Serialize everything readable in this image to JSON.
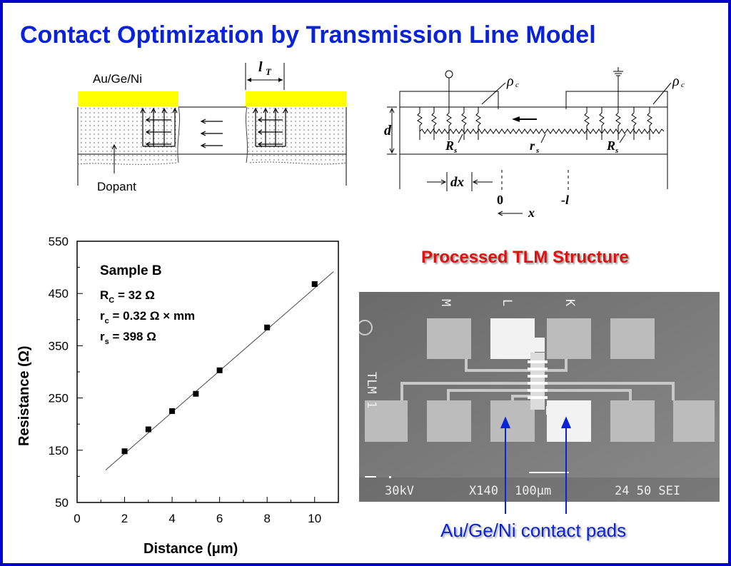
{
  "title": "Contact Optimization by Transmission Line Model",
  "cross_section": {
    "metal_label": "Au/Ge/Ni",
    "dopant_label": "Dopant",
    "lt_label": "l",
    "lt_sub": "T"
  },
  "circuit": {
    "rho_c_left": "ρ",
    "rho_c_right": "ρ",
    "rho_sub": "c",
    "d_label": "d",
    "Rs_left": "R",
    "Rs_right": "R",
    "rs_mid": "r",
    "s_sub": "s",
    "dx_label": "dx",
    "x0_label": "0",
    "xl_label": "-l",
    "x_label": "x"
  },
  "chart": {
    "sample_label": "Sample B",
    "rc_line": {
      "main": "R",
      "sub": "C",
      "rest": " = 32 Ω"
    },
    "rcmm_line": {
      "main": "r",
      "sub": "c",
      "rest": " = 0.32 Ω × mm"
    },
    "rs_line": {
      "main": "r",
      "sub": "s",
      "rest": " = 398 Ω"
    }
  },
  "chart_data": {
    "type": "scatter",
    "title": "",
    "xlabel": "Distance (μm)",
    "ylabel": "Resistance (Ω)",
    "xlim": [
      0,
      11
    ],
    "ylim": [
      50,
      550
    ],
    "xticks": [
      0,
      2,
      4,
      6,
      8,
      10
    ],
    "yticks": [
      50,
      150,
      250,
      350,
      450,
      550
    ],
    "series": [
      {
        "points": [
          [
            2,
            148
          ],
          [
            3,
            190
          ],
          [
            4,
            225
          ],
          [
            5,
            258
          ],
          [
            6,
            303
          ],
          [
            8,
            385
          ],
          [
            10,
            468
          ]
        ]
      }
    ],
    "fit_line": {
      "x": [
        1.2,
        10.8
      ],
      "y": [
        112,
        492
      ]
    }
  },
  "processed_label": "Processed TLM Structure",
  "sem": {
    "voltage": "30kV",
    "magnification": "X140",
    "scale": "100μm",
    "info": "24 50 SEI",
    "letters": [
      "M",
      "L",
      "K"
    ],
    "side_label": "TLM 1"
  },
  "pads_label": "Au/Ge/Ni contact pads",
  "colors": {
    "title_blue": "#0a22d8",
    "frame_blue": "#0000cc",
    "red_heading": "#e01010",
    "metal_yellow": "#ffff00"
  }
}
